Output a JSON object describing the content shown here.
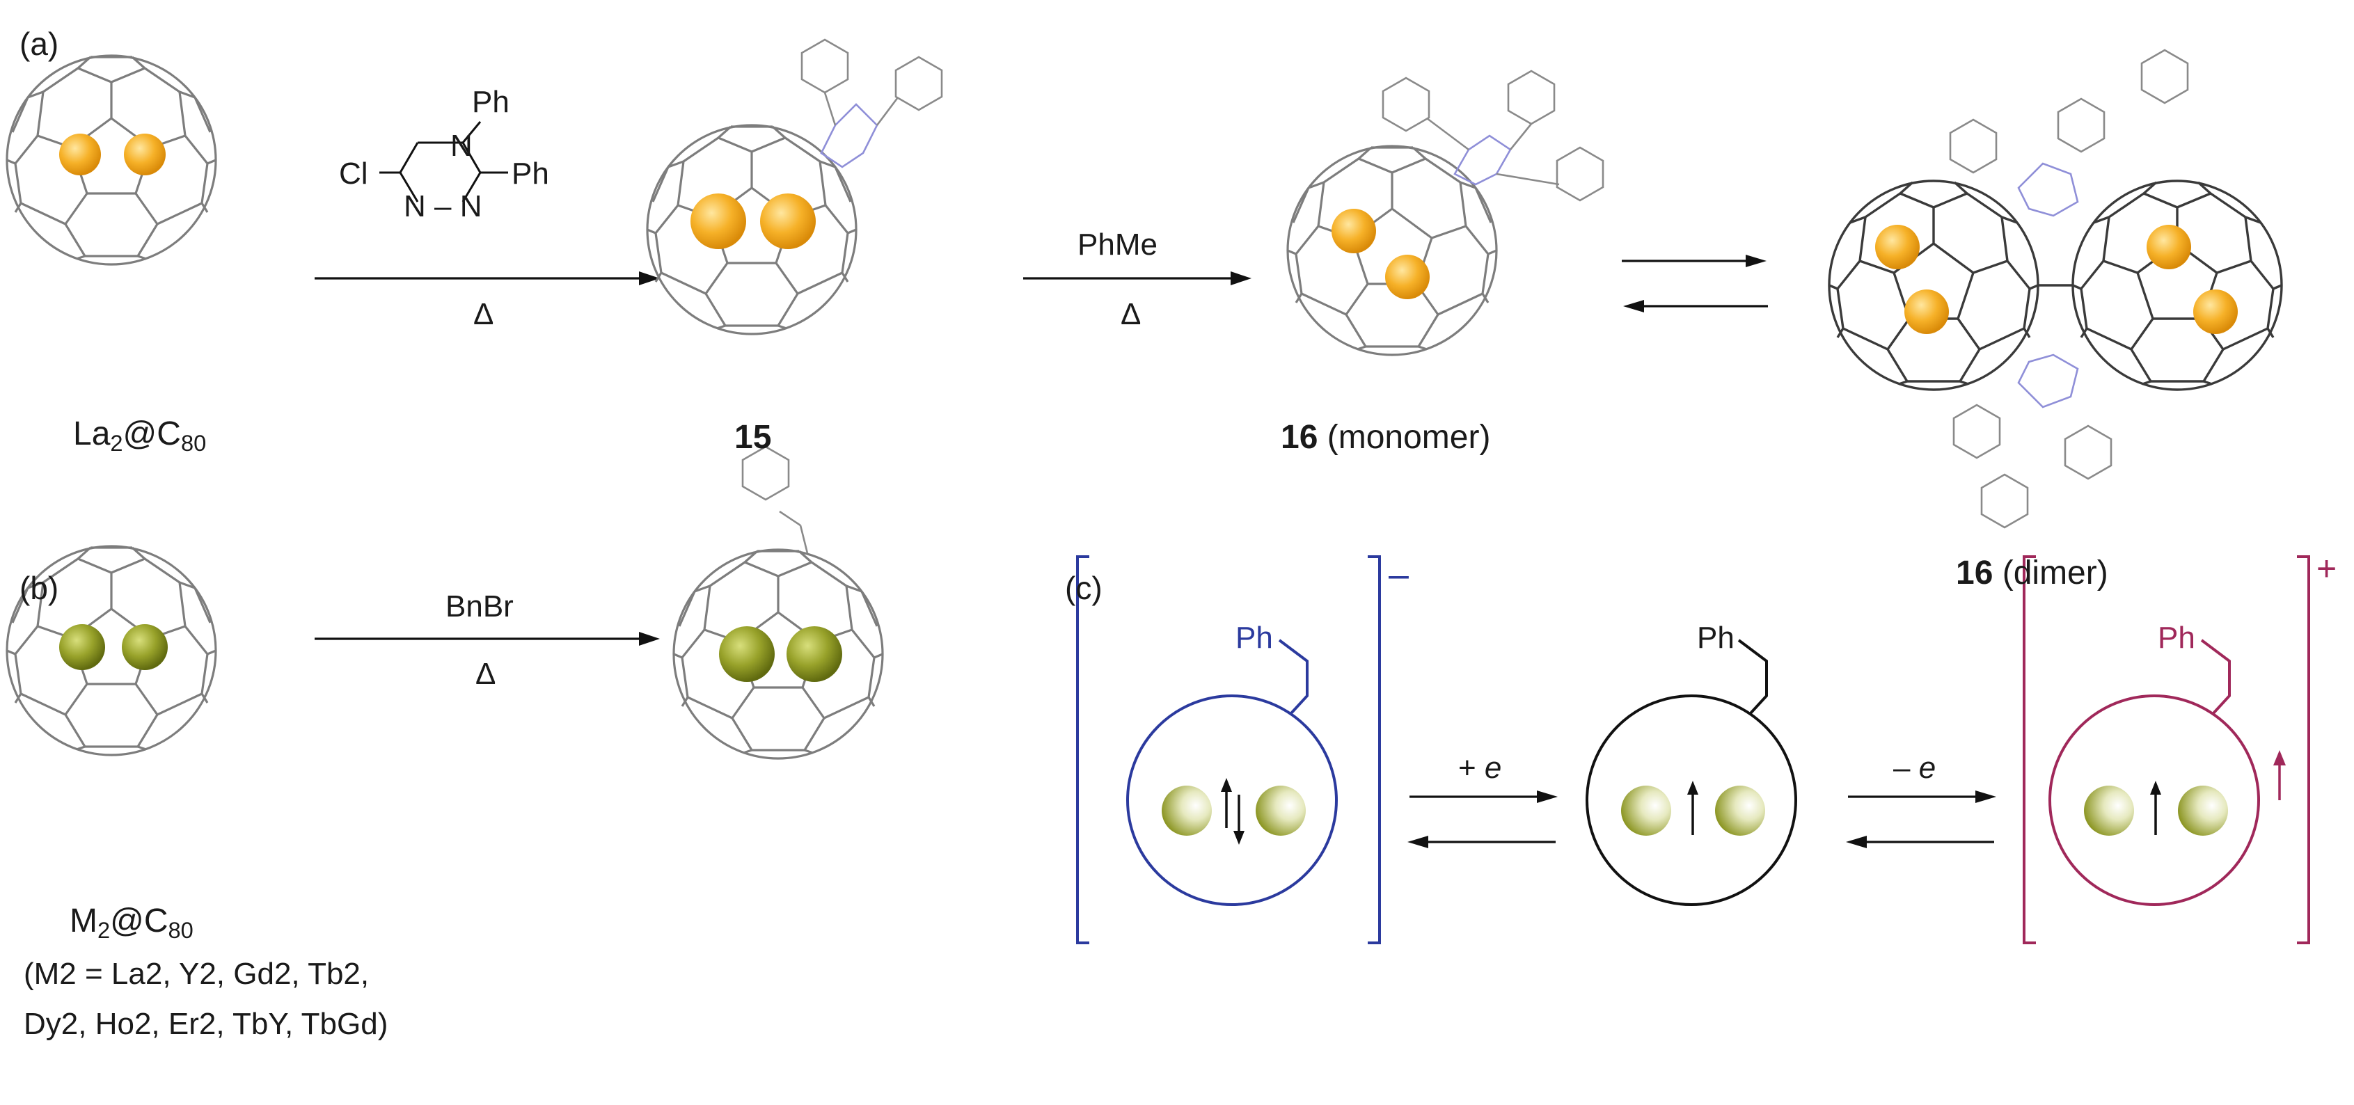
{
  "panels": {
    "a": "(a)",
    "b": "(b)",
    "c": "(c)"
  },
  "reagent_a1": {
    "ph_top": "Ph",
    "n_top": "N",
    "cl": "Cl",
    "ph_right": "Ph",
    "n_bottom": "N – N"
  },
  "delta": "Δ",
  "solvent": "PhMe",
  "reagent_b": "BnBr",
  "labels": {
    "la2c80_main": "La",
    "la2c80_sub": "2",
    "la2c80_tail_main": "@C",
    "la2c80_tail_sub": "80",
    "cmpd15": "15",
    "cmpd16": "16",
    "monomer": " (monomer)",
    "dimer": " (dimer)",
    "m2c80_main": "M",
    "m2c80_sub": "2",
    "m2c80_tail_main": "@C",
    "m2c80_tail_sub": "80",
    "m_list_line1": "(M2 = La2, Y2, Gd2, Tb2,",
    "m_list_line2": "Dy2, Ho2, Er2, TbY, TbGd)"
  },
  "panel_c": {
    "ph_left": "Ph",
    "ph_mid": "Ph",
    "ph_right": "Ph",
    "charge_minus": "–",
    "charge_plus": "+",
    "plus_e": "+ e",
    "minus_e": "– e"
  },
  "colors": {
    "la_sphere": "#f5ac1e",
    "m_sphere": "#8e9a1e",
    "anion": "#2b3a9e",
    "cation": "#a0285a"
  },
  "icon_names": [
    "fullerene-cage-icon",
    "benzene-ring-icon",
    "metal-atom-icon",
    "spin-arrow-icon"
  ]
}
